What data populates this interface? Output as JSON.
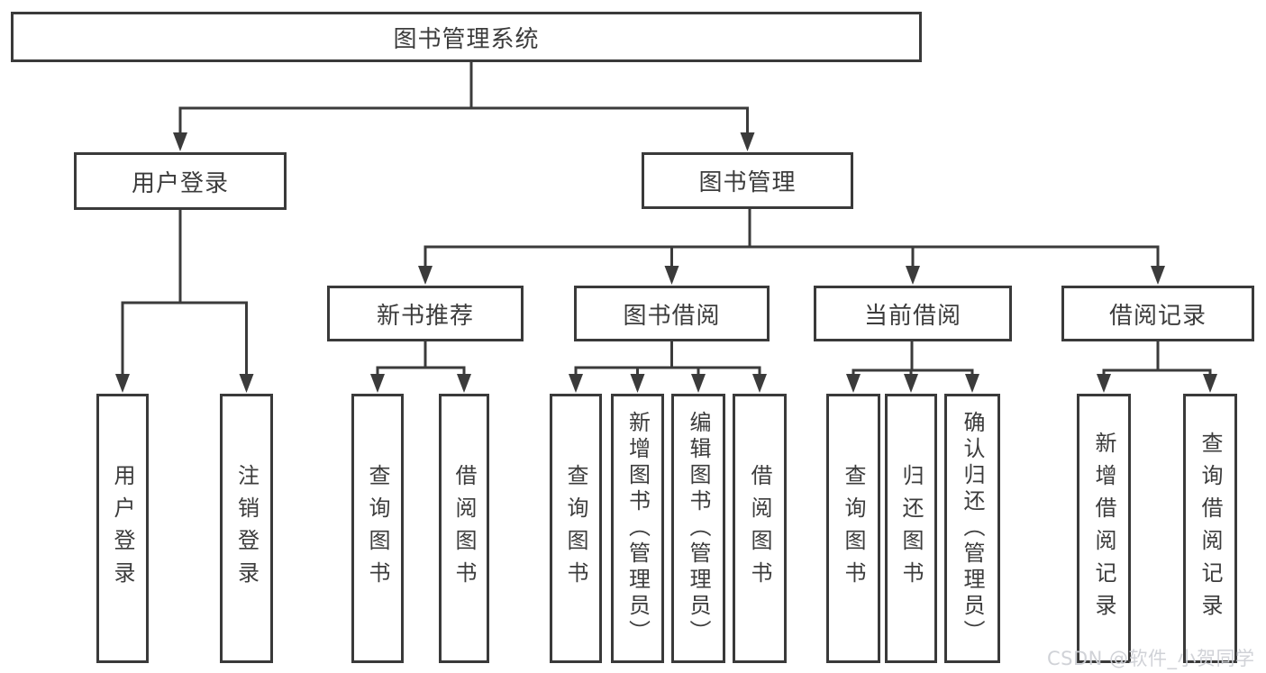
{
  "diagram_title": "图书管理系统",
  "watermark": "CSDN @软件_小贺同学",
  "colors": {
    "background": "#ffffff",
    "line": "#3b3b3b",
    "box_border": "#3a3a3a",
    "text": "#3c3c3c",
    "watermark": "#cdd0d5"
  },
  "nodes": [
    {
      "id": "root",
      "label": "图书管理系统",
      "parent": null,
      "vertical": false
    },
    {
      "id": "user-login",
      "label": "用户登录",
      "parent": "root",
      "vertical": false
    },
    {
      "id": "book-mgmt",
      "label": "图书管理",
      "parent": "root",
      "vertical": false
    },
    {
      "id": "new-book-rec",
      "label": "新书推荐",
      "parent": "book-mgmt",
      "vertical": false
    },
    {
      "id": "book-borrow",
      "label": "图书借阅",
      "parent": "book-mgmt",
      "vertical": false
    },
    {
      "id": "current-borrow",
      "label": "当前借阅",
      "parent": "book-mgmt",
      "vertical": false
    },
    {
      "id": "borrow-records",
      "label": "借阅记录",
      "parent": "book-mgmt",
      "vertical": false
    },
    {
      "id": "login-leaf",
      "label": "用户登录",
      "parent": "user-login",
      "vertical": true
    },
    {
      "id": "logout-leaf",
      "label": "注销登录",
      "parent": "user-login",
      "vertical": true
    },
    {
      "id": "rec-query",
      "label": "查询图书",
      "parent": "new-book-rec",
      "vertical": true
    },
    {
      "id": "rec-borrow",
      "label": "借阅图书",
      "parent": "new-book-rec",
      "vertical": true
    },
    {
      "id": "borrow-query",
      "label": "查询图书",
      "parent": "book-borrow",
      "vertical": true
    },
    {
      "id": "borrow-add",
      "label": "新增图书（管理员）",
      "parent": "book-borrow",
      "vertical": true
    },
    {
      "id": "borrow-edit",
      "label": "编辑图书（管理员）",
      "parent": "book-borrow",
      "vertical": true
    },
    {
      "id": "borrow-do",
      "label": "借阅图书",
      "parent": "book-borrow",
      "vertical": true
    },
    {
      "id": "cur-query",
      "label": "查询图书",
      "parent": "current-borrow",
      "vertical": true
    },
    {
      "id": "cur-return",
      "label": "归还图书",
      "parent": "current-borrow",
      "vertical": true
    },
    {
      "id": "cur-confirm",
      "label": "确认归还（管理员）",
      "parent": "current-borrow",
      "vertical": true
    },
    {
      "id": "hist-add",
      "label": "新增借阅记录",
      "parent": "borrow-records",
      "vertical": true
    },
    {
      "id": "hist-query",
      "label": "查询借阅记录",
      "parent": "borrow-records",
      "vertical": true
    }
  ]
}
